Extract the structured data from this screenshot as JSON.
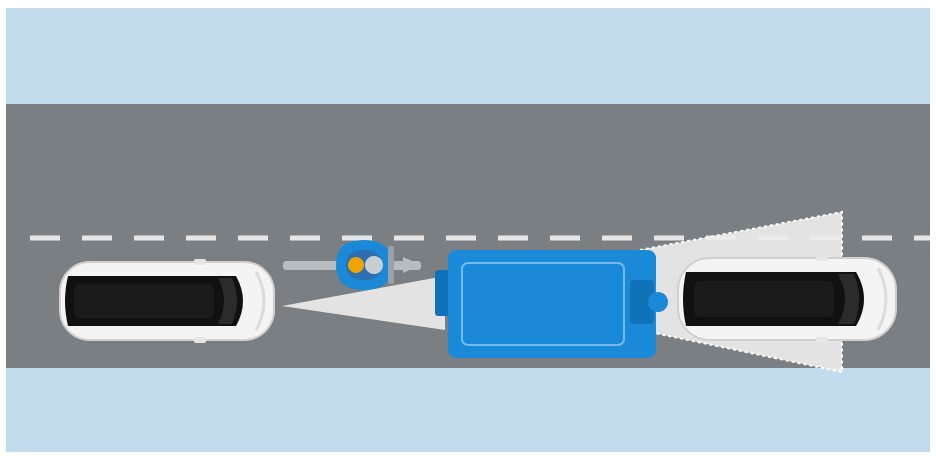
{
  "scene": {
    "description_labels": [],
    "colors": {
      "sky": "#c3dced",
      "road": "#7a7f83",
      "lane_marking": "#e6e6e6",
      "sensor_zone": "#ececec",
      "vehicle_blue": "#1a8ad8",
      "vehicle_blue_dark": "#1072b8",
      "car_body": "#f4f4f4",
      "car_glass": "#111111",
      "rider_helmet": "#f0a400",
      "rider_grey": "#9aa0a6"
    },
    "objects": {
      "left_car": "car-top-view",
      "motorcycle": "motorcycle-top-view",
      "truck": "truck-top-view",
      "right_car": "car-top-view",
      "rear_sensor_zone": "sensor-cone-rear",
      "front_sensor_zone": "sensor-cone-front"
    }
  }
}
